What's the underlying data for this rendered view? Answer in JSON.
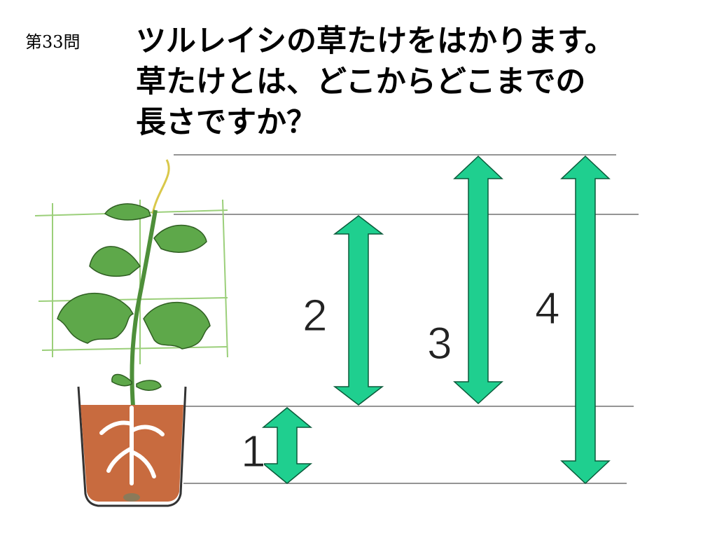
{
  "question": {
    "number": "第33問",
    "lines": [
      "ツルレイシの草たけをはかります。",
      "草たけとは、どこからどこまでの",
      "長さですか？"
    ]
  },
  "arrows": [
    {
      "label": "1"
    },
    {
      "label": "2"
    },
    {
      "label": "3"
    },
    {
      "label": "4"
    }
  ],
  "colors": {
    "arrow_fill": "#1fcf8f",
    "arrow_stroke": "#0a5a3a",
    "soil": "#c86b3f",
    "leaf": "#5ea84a",
    "guide_line": "#555555"
  },
  "illustration": {
    "subject": "potted-bitter-melon-plant-icon"
  }
}
